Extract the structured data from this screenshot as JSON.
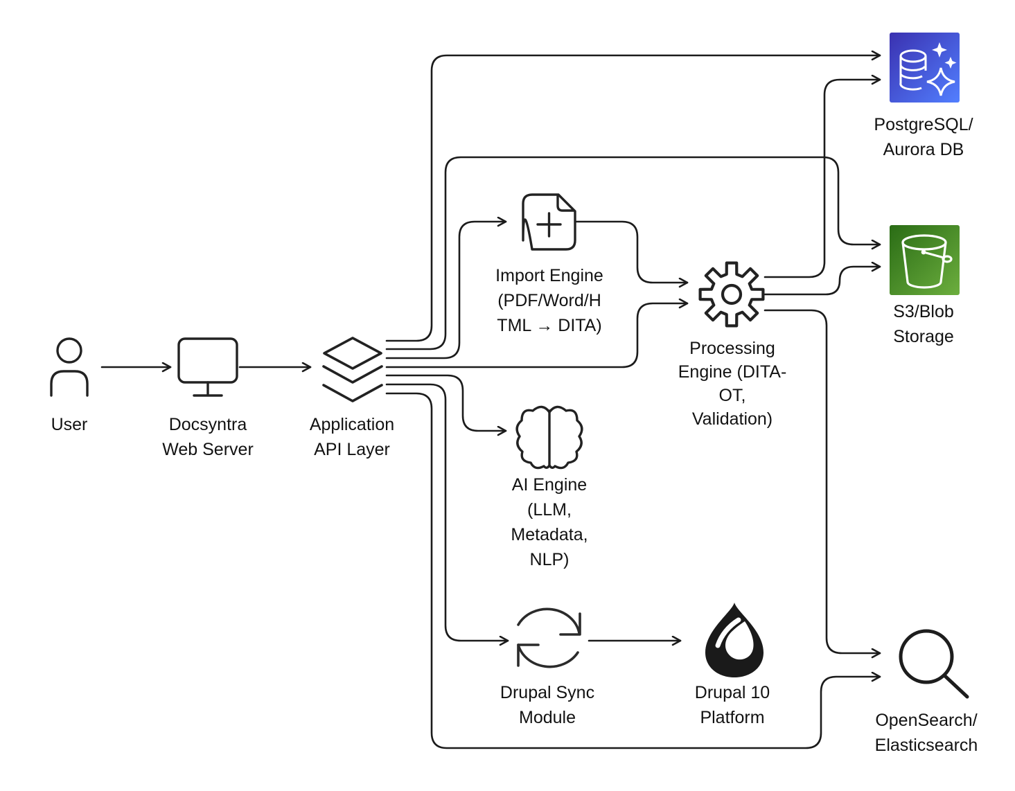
{
  "diagram": {
    "type": "architecture-flow",
    "background": "#ffffff"
  },
  "colors": {
    "line": "#1b1b1b",
    "text": "#121212",
    "icon_stroke": "#222222",
    "aurora_gradient_start": "#3a31b0",
    "aurora_gradient_end": "#527fff",
    "s3_gradient_start": "#2a6c15",
    "s3_gradient_end": "#6cae3e",
    "drupal_black": "#1a1a1a",
    "icon_white": "#ffffff"
  },
  "nodes": {
    "user": {
      "icon": "person-icon",
      "lines": [
        "User"
      ]
    },
    "web_server": {
      "icon": "monitor-icon",
      "lines": [
        "Docsyntra",
        "Web Server"
      ]
    },
    "api_layer": {
      "icon": "layers-icon",
      "lines": [
        "Application",
        "API Layer"
      ]
    },
    "import_engine": {
      "icon": "file-plus-icon",
      "lines": [
        "Import Engine",
        "(PDF/Word/H",
        "TML → DITA)"
      ]
    },
    "processing_engine": {
      "icon": "gear-icon",
      "lines": [
        "Processing",
        "Engine (DITA-",
        "OT,",
        "Validation)"
      ]
    },
    "ai_engine": {
      "icon": "brain-icon",
      "lines": [
        "AI Engine",
        "(LLM,",
        "Metadata,",
        "NLP)"
      ]
    },
    "drupal_sync": {
      "icon": "sync-icon",
      "lines": [
        "Drupal Sync",
        "Module"
      ]
    },
    "drupal10": {
      "icon": "drupal-logo-icon",
      "lines": [
        "Drupal 10",
        "Platform"
      ]
    },
    "postgres": {
      "icon": "database-sparkle-icon",
      "lines": [
        "PostgreSQL/",
        "Aurora DB"
      ]
    },
    "s3": {
      "icon": "bucket-icon",
      "lines": [
        "S3/Blob",
        "Storage"
      ]
    },
    "opensearch": {
      "icon": "magnifier-icon",
      "lines": [
        "OpenSearch/",
        "Elasticsearch"
      ]
    }
  },
  "edges": [
    {
      "from": "User",
      "to": "Docsyntra Web Server"
    },
    {
      "from": "Docsyntra Web Server",
      "to": "Application API Layer"
    },
    {
      "from": "Application API Layer",
      "to": "PostgreSQL/Aurora DB"
    },
    {
      "from": "Application API Layer",
      "to": "S3/Blob Storage"
    },
    {
      "from": "Application API Layer",
      "to": "Import Engine"
    },
    {
      "from": "Application API Layer",
      "to": "Processing Engine"
    },
    {
      "from": "Application API Layer",
      "to": "AI Engine"
    },
    {
      "from": "Application API Layer",
      "to": "Drupal Sync Module"
    },
    {
      "from": "Application API Layer",
      "to": "OpenSearch/Elasticsearch"
    },
    {
      "from": "Import Engine",
      "to": "Processing Engine"
    },
    {
      "from": "Processing Engine",
      "to": "PostgreSQL/Aurora DB"
    },
    {
      "from": "Processing Engine",
      "to": "S3/Blob Storage"
    },
    {
      "from": "Processing Engine",
      "to": "OpenSearch/Elasticsearch"
    },
    {
      "from": "Drupal Sync Module",
      "to": "Drupal 10 Platform"
    }
  ]
}
